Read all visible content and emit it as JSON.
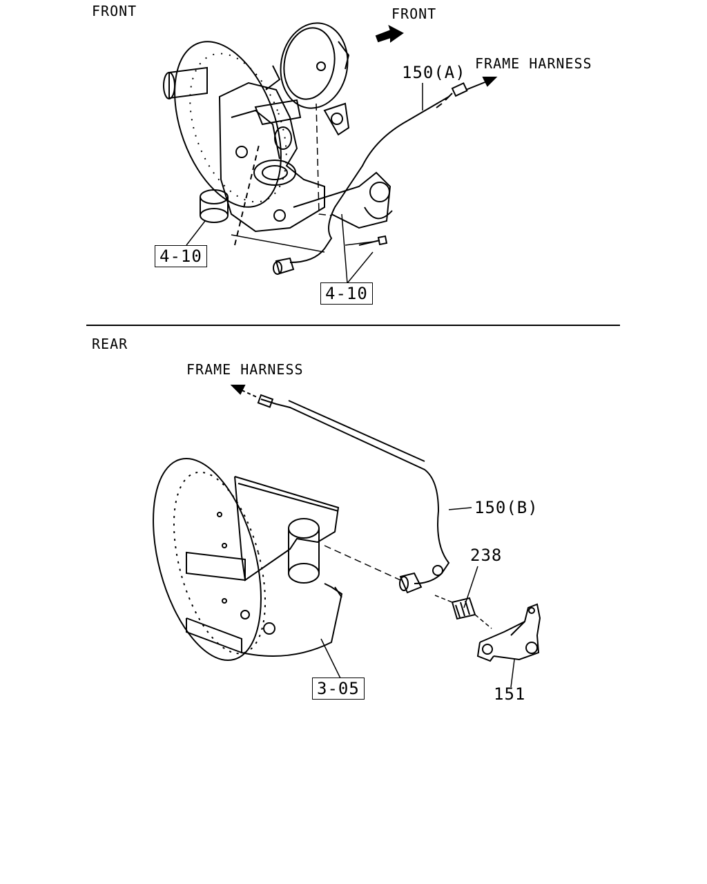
{
  "front": {
    "section_label": "FRONT",
    "direction_label": "FRONT",
    "harness_label": "FRAME HARNESS",
    "part_150a": "150(A)",
    "ref_a": "4-10",
    "ref_b": "4-10"
  },
  "rear": {
    "section_label": "REAR",
    "harness_label": "FRAME HARNESS",
    "part_150b": "150(B)",
    "part_238": "238",
    "part_151": "151",
    "ref_c": "3-05"
  }
}
